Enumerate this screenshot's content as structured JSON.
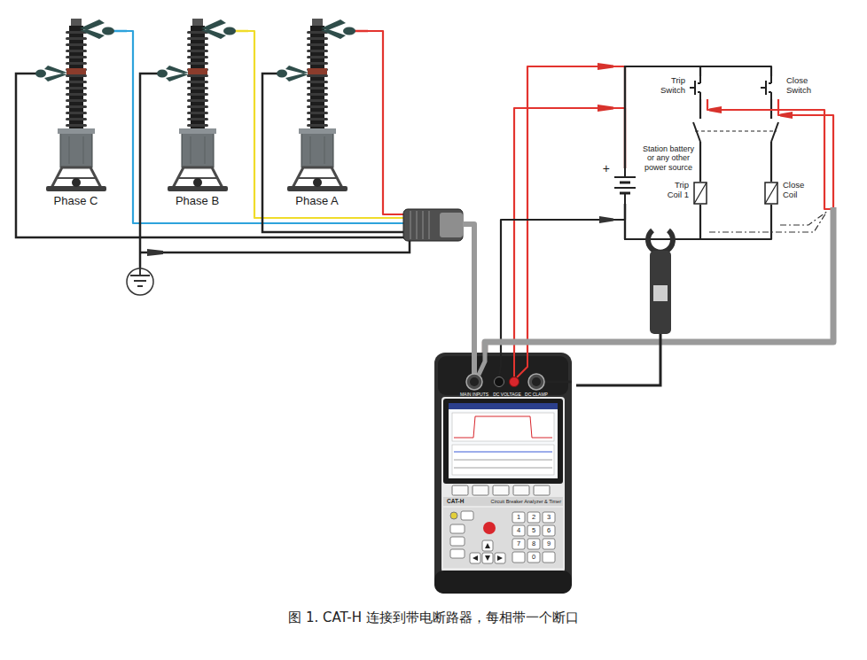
{
  "diagram": {
    "caption": "图 1. CAT-H 连接到带电断路器，每相带一个断口",
    "nodes": [
      {
        "text": [
          "Phase C"
        ]
      },
      {
        "text": [
          "Phase B"
        ]
      },
      {
        "text": [
          "Phase A"
        ]
      },
      {
        "text": [
          "Trip Switch"
        ]
      },
      {
        "text": [
          "Close Switch"
        ]
      },
      {
        "text": [
          "+",
          "Station battery or any other power source"
        ]
      },
      {
        "text": [
          "Trip Coil 1"
        ]
      },
      {
        "text": [
          "Close Coil"
        ]
      },
      {
        "text": [
          "CAT-H",
          "Circuit Breaker Analyzer & Timer"
        ]
      }
    ],
    "edges": [
      {
        "from": 2,
        "to": 8,
        "arrow": "none"
      },
      {
        "from": 1,
        "to": 8,
        "arrow": "none"
      },
      {
        "from": 0,
        "to": 8,
        "arrow": "none"
      },
      {
        "from": 8,
        "to": 5,
        "arrow": "none"
      },
      {
        "from": 8,
        "to": 5,
        "arrow": "none"
      },
      {
        "from": 8,
        "to": 5,
        "arrow": "none"
      },
      {
        "from": 5,
        "to": 3,
        "arrow": "none"
      },
      {
        "from": 5,
        "to": 4,
        "arrow": "none"
      },
      {
        "from": 3,
        "to": 6,
        "arrow": "none"
      },
      {
        "from": 4,
        "to": 7,
        "arrow": "none"
      },
      {
        "from": 6,
        "to": 5,
        "arrow": "none"
      },
      {
        "from": 7,
        "to": 5,
        "arrow": "none"
      },
      {
        "from": 8,
        "to": 3,
        "arrow": "none"
      },
      {
        "from": 8,
        "to": 4,
        "arrow": "none"
      }
    ],
    "labels": [
      "MAIN INPUTS",
      "DC VOLTAGE",
      "DC CLAMP",
      "1",
      "2",
      "3",
      "4",
      "5",
      "6",
      "7",
      "8",
      "9",
      "0"
    ]
  }
}
